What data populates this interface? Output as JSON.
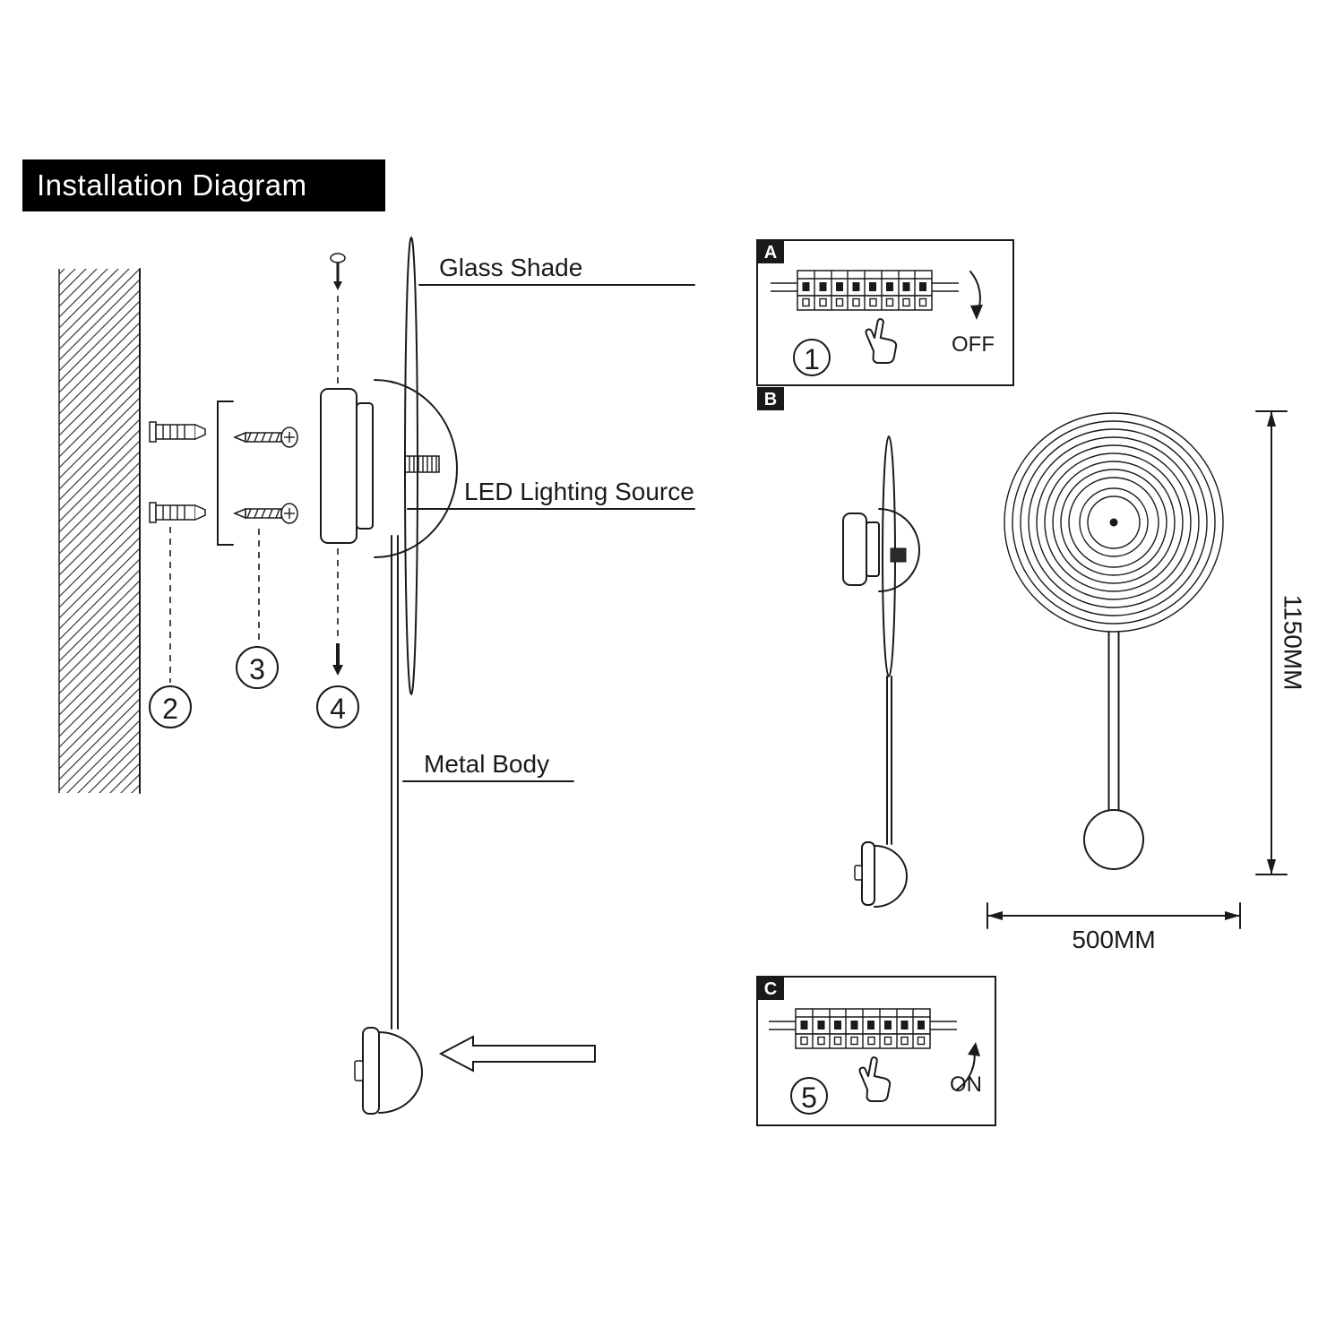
{
  "title": "Installation Diagram",
  "colors": {
    "background": "#ffffff",
    "line": "#1a1a1a",
    "title_bg": "#000000",
    "title_text": "#ffffff"
  },
  "callouts": {
    "glass_shade": "Glass Shade",
    "led_source": "LED Lighting Source",
    "metal_body": "Metal Body"
  },
  "steps": {
    "step1": "1",
    "step2": "2",
    "step3": "3",
    "step4": "4",
    "step5": "5"
  },
  "sections": {
    "a": "A",
    "b": "B",
    "c": "C"
  },
  "power": {
    "off": "OFF",
    "on": "ON"
  },
  "dimensions": {
    "height": "1150MM",
    "width": "500MM"
  },
  "icons": {
    "breaker": "circuit-breaker-panel-icon",
    "hand": "pointing-hand-icon",
    "arrow": "rotate-switch-arrow-icon",
    "insert_arrow": "insert-direction-arrow-icon"
  }
}
